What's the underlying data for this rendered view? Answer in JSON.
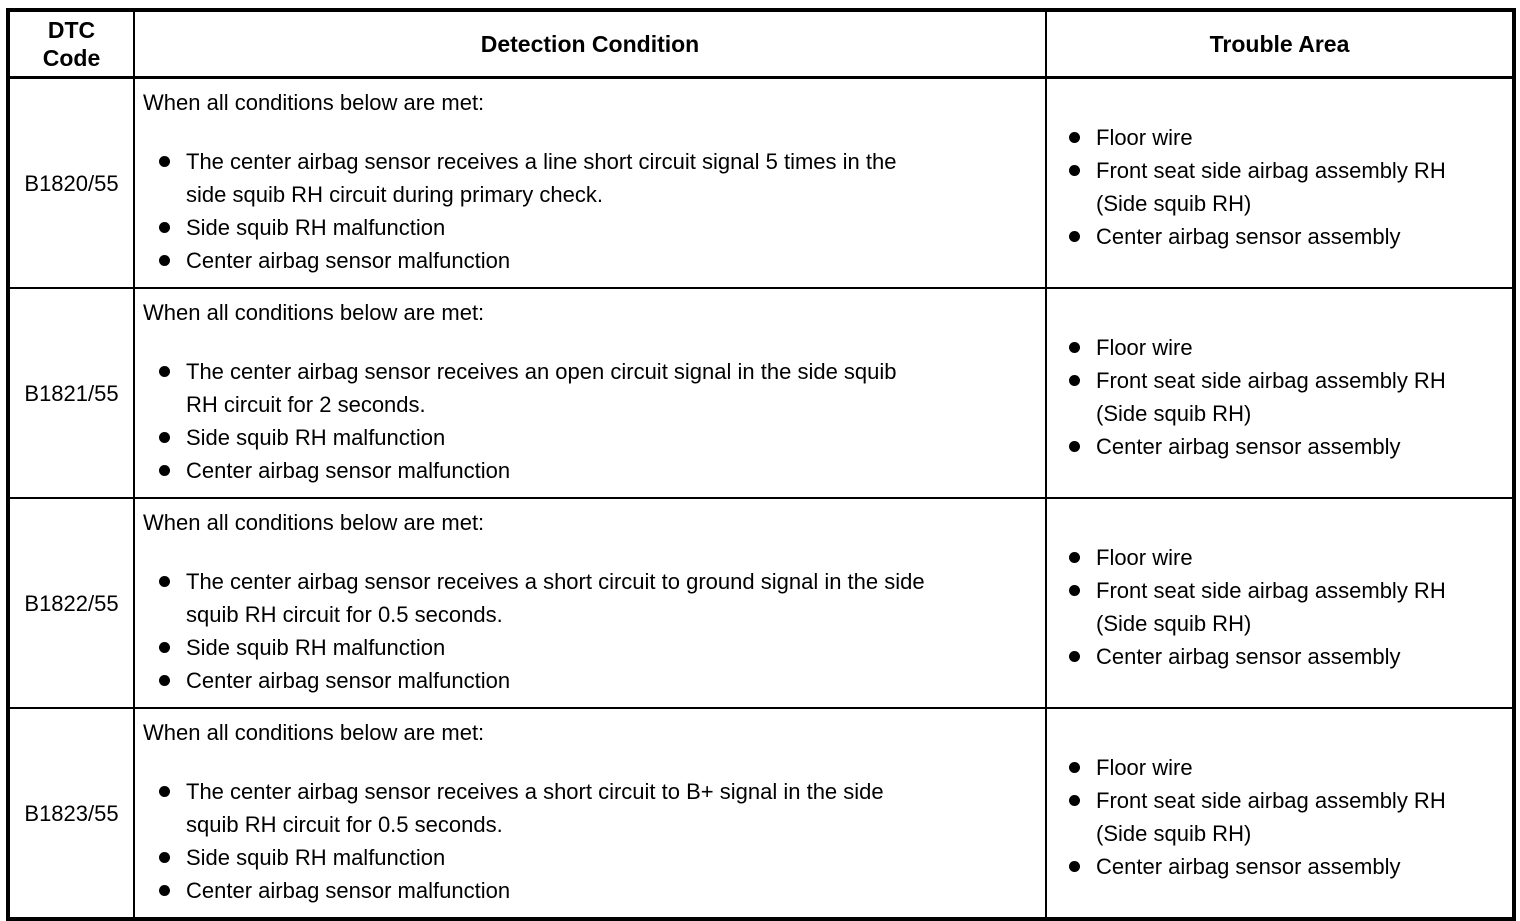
{
  "colors": {
    "border": "#000000",
    "background": "#ffffff",
    "text": "#000000"
  },
  "table": {
    "headers": [
      "DTC\nCode",
      "Detection Condition",
      "Trouble Area"
    ],
    "rows": [
      {
        "dtc_code": "B1820/55",
        "detection_intro": "When all conditions below are met:",
        "detection_items": [
          "The center airbag sensor receives a line short circuit signal 5 times in the\nside squib RH circuit during primary check.",
          "Side squib RH malfunction",
          "Center airbag sensor malfunction"
        ],
        "trouble_items": [
          "Floor wire",
          "Front seat side airbag assembly RH\n(Side squib RH)",
          "Center airbag sensor assembly"
        ]
      },
      {
        "dtc_code": "B1821/55",
        "detection_intro": "When all conditions below are met:",
        "detection_items": [
          "The center airbag sensor receives an open circuit signal in the side squib\nRH circuit for 2 seconds.",
          "Side squib RH malfunction",
          "Center airbag sensor malfunction"
        ],
        "trouble_items": [
          "Floor wire",
          "Front seat side airbag assembly RH\n(Side squib RH)",
          "Center airbag sensor assembly"
        ]
      },
      {
        "dtc_code": "B1822/55",
        "detection_intro": "When all conditions below are met:",
        "detection_items": [
          "The center airbag sensor receives a short circuit to ground signal in the side\nsquib RH circuit for 0.5 seconds.",
          "Side squib RH malfunction",
          "Center airbag sensor malfunction"
        ],
        "trouble_items": [
          "Floor wire",
          "Front seat side airbag assembly RH\n(Side squib RH)",
          "Center airbag sensor assembly"
        ]
      },
      {
        "dtc_code": "B1823/55",
        "detection_intro": "When all conditions below are met:",
        "detection_items": [
          "The center airbag sensor receives a short circuit to B+ signal in the side\nsquib RH circuit for 0.5 seconds.",
          "Side squib RH malfunction",
          "Center airbag sensor malfunction"
        ],
        "trouble_items": [
          "Floor wire",
          "Front seat side airbag assembly RH\n(Side squib RH)",
          "Center airbag sensor assembly"
        ]
      }
    ]
  }
}
